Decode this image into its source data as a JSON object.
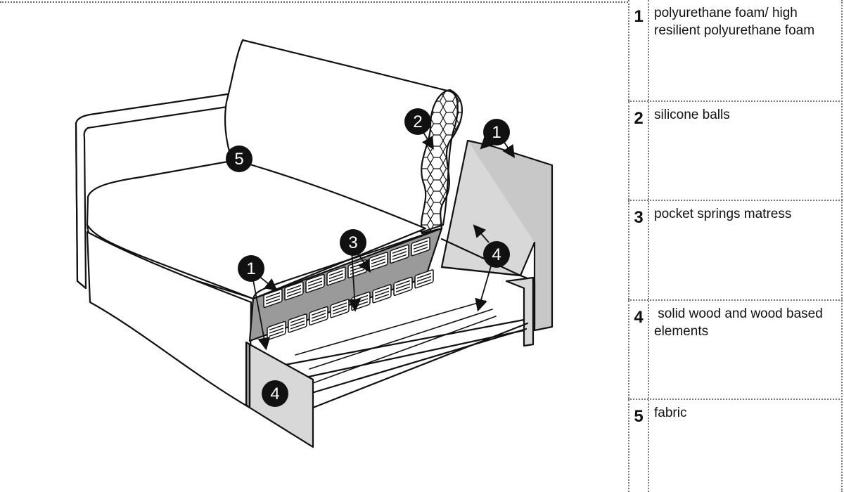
{
  "diagram": {
    "callouts": [
      {
        "number": "5"
      },
      {
        "number": "2"
      },
      {
        "number": "1"
      },
      {
        "number": "3"
      },
      {
        "number": "1"
      },
      {
        "number": "4"
      },
      {
        "number": "4"
      }
    ]
  },
  "legend": {
    "items": [
      {
        "number": "1",
        "text": "polyurethane foam/ high resilient polyurethane foam"
      },
      {
        "number": "2",
        "text": "silicone balls"
      },
      {
        "number": "3",
        "text": "pocket springs matress"
      },
      {
        "number": "4",
        "text": " solid wood and wood based elements"
      },
      {
        "number": "5",
        "text": "fabric"
      }
    ]
  },
  "colors": {
    "line": "#111111",
    "panel": "#d8d8d8",
    "panel_dark": "#9a9a9a",
    "badge": "#111111"
  }
}
